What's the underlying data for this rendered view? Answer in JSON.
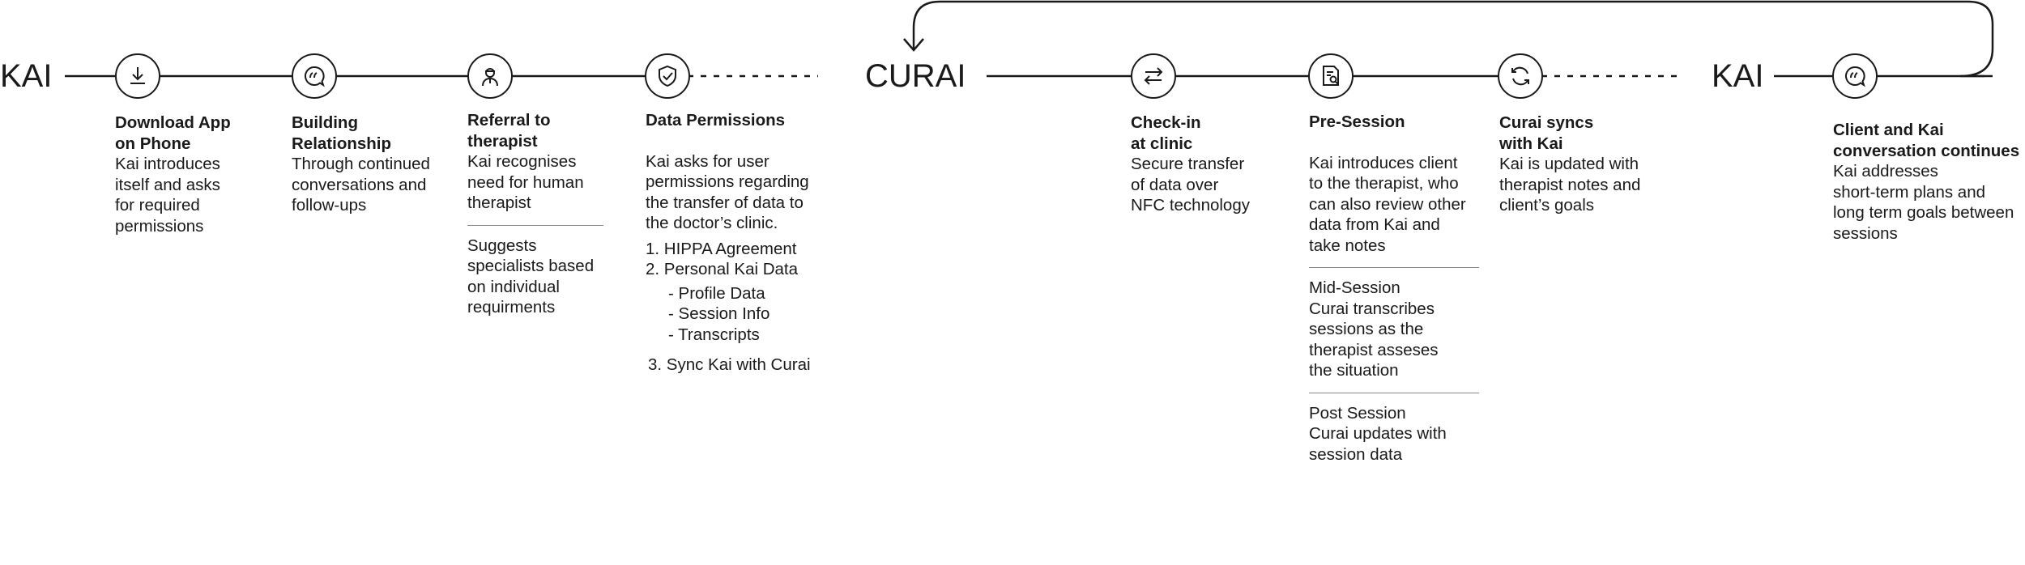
{
  "brands": {
    "kai_left": "KAI",
    "curai": "CURAI",
    "kai_right": "KAI"
  },
  "steps": [
    {
      "title": "Download App\non Phone",
      "desc": "Kai introduces\nitself and asks\nfor required\npermissions",
      "icon": "download-icon"
    },
    {
      "title": "Building\nRelationship",
      "desc": "Through continued\nconversations and\nfollow-ups",
      "icon": "chat-bubble-icon"
    },
    {
      "title": "Referral to\ntherapist",
      "desc": "Kai recognises\nneed for human\ntherapist",
      "extra": "Suggests\nspecialists based\non individual\nrequirments",
      "icon": "doctor-icon"
    },
    {
      "title": "Data Permissions",
      "desc": "Kai asks for user\npermissions regarding\nthe transfer of data to\nthe doctor’s clinic.",
      "list": [
        "1. HIPPA Agreement",
        "2. Personal Kai Data"
      ],
      "sublist": [
        "- Profile Data",
        "- Session Info",
        "- Transcripts"
      ],
      "last": "3. Sync Kai with Curai",
      "icon": "shield-check-icon"
    },
    {
      "title": "Check-in\nat clinic",
      "desc": "Secure transfer\nof data over\nNFC technology",
      "icon": "transfer-arrows-icon"
    },
    {
      "title": "Pre-Session",
      "desc": "Kai introduces client\nto the therapist, who\ncan also review other\ndata from Kai and\ntake notes",
      "mid": "Mid-Session\nCurai transcribes\nsessions as the\ntherapist asseses\nthe situation",
      "post": "Post Session\nCurai updates with\nsession data",
      "icon": "document-search-icon"
    },
    {
      "title": "Curai syncs\nwith Kai",
      "desc": "Kai is updated with\ntherapist notes and\nclient’s goals",
      "icon": "sync-icon"
    },
    {
      "title": "Client and Kai\nconversation continues",
      "desc": "Kai addresses\nshort-term plans and\nlong term goals between\nsessions",
      "icon": "chat-bubble-icon"
    }
  ]
}
